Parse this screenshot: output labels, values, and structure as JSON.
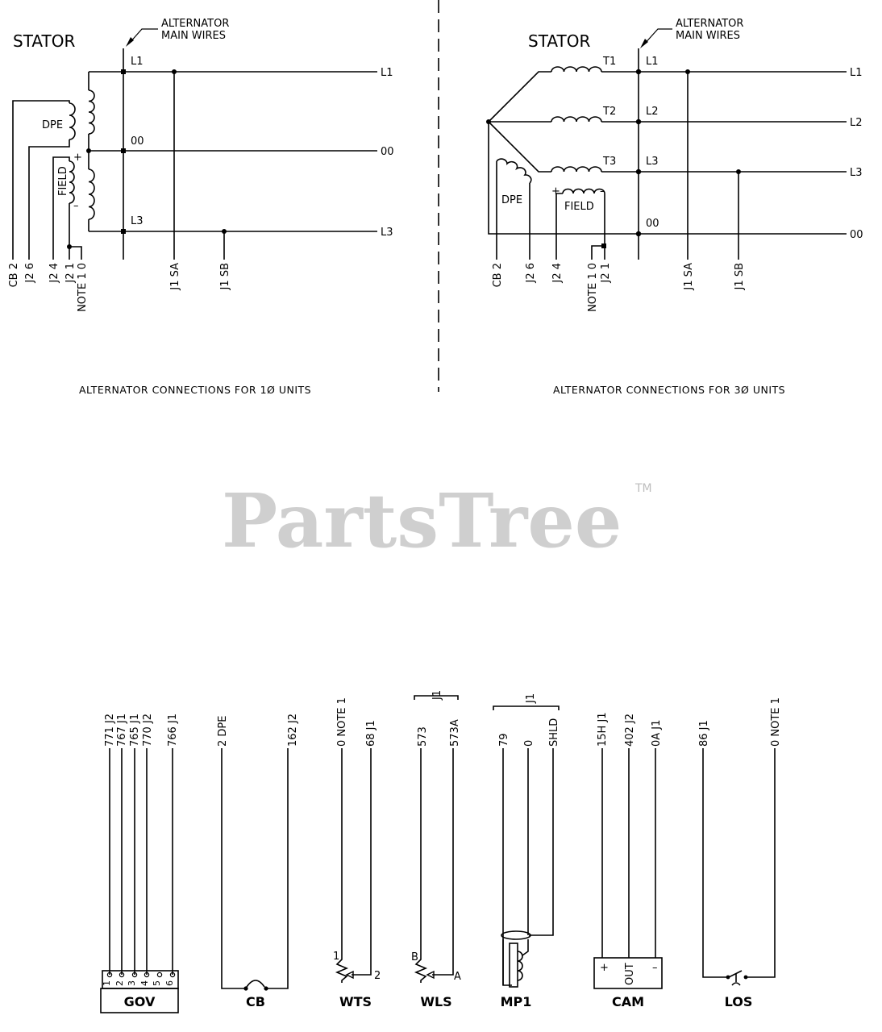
{
  "left": {
    "stator": "STATOR",
    "main_wires": [
      "ALTERNATOR",
      "MAIN WIRES"
    ],
    "bus_left": [
      "L1",
      "00",
      "L3"
    ],
    "bus_right": [
      "L1",
      "00",
      "L3"
    ],
    "coil_labels": [
      "DPE",
      "FIELD"
    ],
    "polarity": [
      "+",
      "–"
    ],
    "bottom_labels": [
      "CB 2",
      "J2 6",
      "J2 4",
      "J2 1",
      "NOTE 1 0",
      "J1 SA",
      "J1 SB"
    ],
    "caption": "ALTERNATOR CONNECTIONS FOR 1Ø UNITS"
  },
  "right": {
    "stator": "STATOR",
    "main_wires": [
      "ALTERNATOR",
      "MAIN WIRES"
    ],
    "terminals": [
      "T1",
      "T2",
      "T3"
    ],
    "bus_left": [
      "L1",
      "L2",
      "L3",
      "00"
    ],
    "bus_right": [
      "L1",
      "L2",
      "L3",
      "00"
    ],
    "coil_labels": [
      "DPE",
      "FIELD"
    ],
    "polarity": [
      "+",
      "–"
    ],
    "bottom_labels": [
      "CB 2",
      "J2 6",
      "J2 4",
      "NOTE 1 0",
      "J2 1",
      "J1 SA",
      "J1 SB"
    ],
    "caption": "ALTERNATOR CONNECTIONS FOR 3Ø UNITS"
  },
  "watermark": {
    "text": "PartsTree",
    "tm": "TM"
  },
  "components": {
    "gov": {
      "name": "GOV",
      "wires": [
        "771 J2",
        "767 J1",
        "765 J1",
        "770 J2",
        "766 J1"
      ],
      "pins": [
        "1",
        "2",
        "3",
        "4",
        "5",
        "6"
      ]
    },
    "cb": {
      "name": "CB",
      "wires": [
        "2 DPE",
        "162 J2"
      ]
    },
    "wts": {
      "name": "WTS",
      "wires": [
        "0 NOTE 1",
        "68 J1"
      ],
      "pins": [
        "1",
        "2"
      ]
    },
    "wls": {
      "name": "WLS",
      "group": "J1",
      "wires": [
        "573",
        "573A"
      ],
      "pins": [
        "B",
        "A"
      ]
    },
    "mp1": {
      "name": "MP1",
      "group": "J1",
      "wires": [
        "79",
        "0",
        "SHLD"
      ]
    },
    "cam": {
      "name": "CAM",
      "wires": [
        "15H J1",
        "402 J2",
        "0A J1"
      ],
      "pins": [
        "+",
        "OUT",
        "–"
      ]
    },
    "los": {
      "name": "LOS",
      "wires": [
        "86 J1",
        "0 NOTE 1"
      ]
    }
  }
}
